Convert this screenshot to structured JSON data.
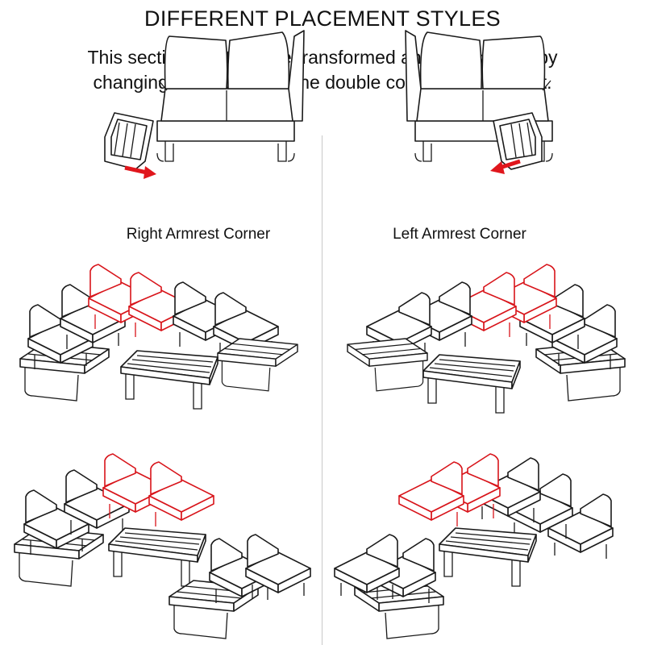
{
  "header": {
    "title": "DIFFERENT PLACEMENT STYLES",
    "description_line1": "This sectional set can be transformed and repositionedby",
    "description_line2": "changing the position of the double corner sofa armrest."
  },
  "captions": {
    "right": "Right Armrest Corner",
    "left": "Left Armrest Corner"
  },
  "colors": {
    "outline": "#1a1a1a",
    "highlight": "#d8141a",
    "arrow": "#e0161c"
  }
}
